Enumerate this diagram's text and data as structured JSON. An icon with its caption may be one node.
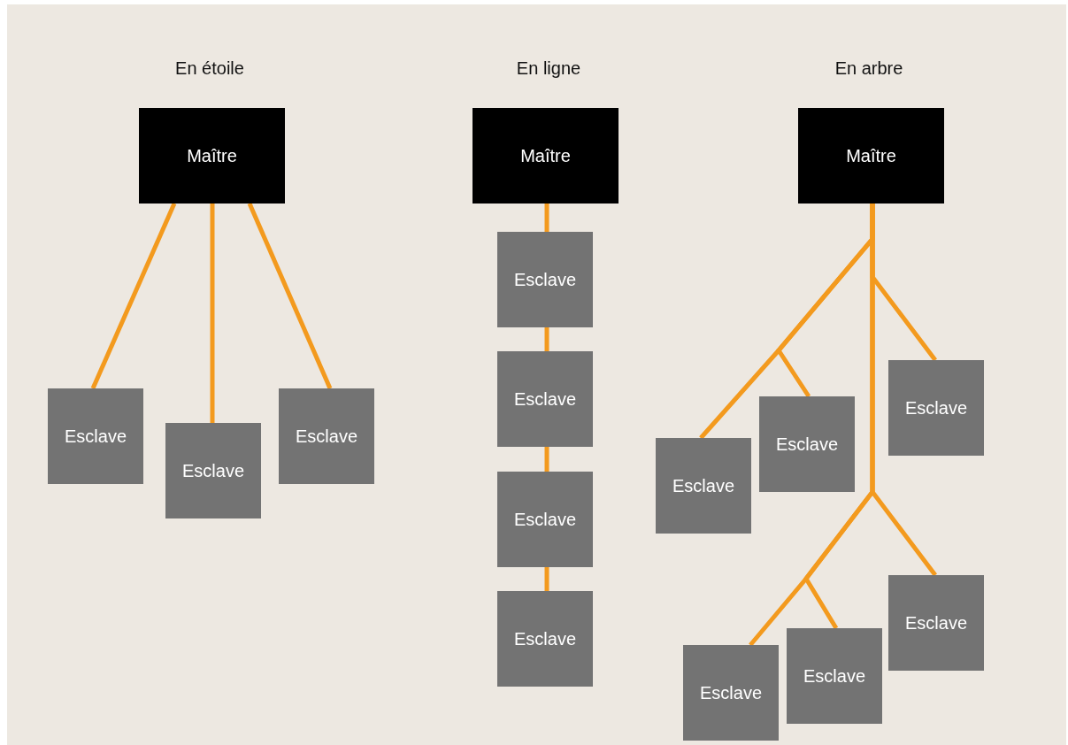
{
  "diagram": {
    "nodes": [
      {
        "text": [
          "Maître"
        ]
      },
      {
        "text": [
          "Esclave"
        ]
      },
      {
        "text": [
          "Esclave"
        ]
      },
      {
        "text": [
          "Esclave"
        ]
      },
      {
        "text": [
          "Maître"
        ]
      },
      {
        "text": [
          "Esclave"
        ]
      },
      {
        "text": [
          "Esclave"
        ]
      },
      {
        "text": [
          "Esclave"
        ]
      },
      {
        "text": [
          "Esclave"
        ]
      },
      {
        "text": [
          "Maître"
        ]
      },
      {
        "text": [
          "Esclave"
        ]
      },
      {
        "text": [
          "Esclave"
        ]
      },
      {
        "text": [
          "Esclave"
        ]
      },
      {
        "text": [
          "Esclave"
        ]
      },
      {
        "text": [
          "Esclave"
        ]
      },
      {
        "text": [
          "Esclave"
        ]
      }
    ],
    "edges": [
      {
        "from": 0,
        "to": 1,
        "arrow": "none"
      },
      {
        "from": 0,
        "to": 2,
        "arrow": "none"
      },
      {
        "from": 0,
        "to": 3,
        "arrow": "none"
      },
      {
        "from": 4,
        "to": 5,
        "arrow": "none"
      },
      {
        "from": 5,
        "to": 6,
        "arrow": "none"
      },
      {
        "from": 6,
        "to": 7,
        "arrow": "none"
      },
      {
        "from": 7,
        "to": 8,
        "arrow": "none"
      },
      {
        "from": 9,
        "to": 12,
        "arrow": "none"
      },
      {
        "from": 9,
        "to": 11,
        "arrow": "none"
      },
      {
        "from": 9,
        "to": 10,
        "arrow": "none"
      },
      {
        "from": 9,
        "to": 15,
        "arrow": "none"
      },
      {
        "from": 9,
        "to": 14,
        "arrow": "none"
      },
      {
        "from": 9,
        "to": 13,
        "arrow": "none"
      }
    ],
    "labels": [
      "En étoile",
      "En ligne",
      "En arbre"
    ]
  }
}
